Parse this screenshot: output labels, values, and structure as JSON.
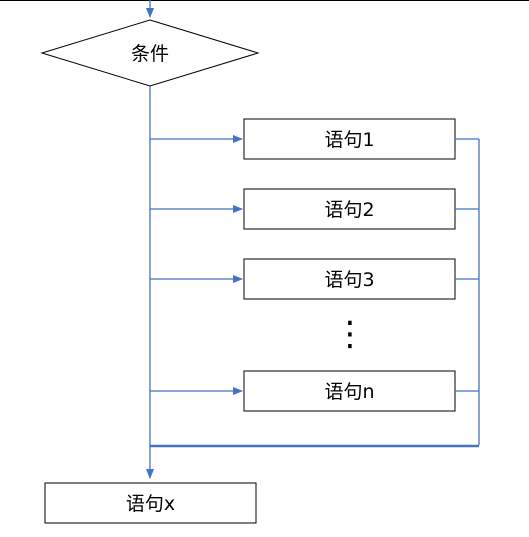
{
  "condition": {
    "label": "条件"
  },
  "statements": [
    {
      "label": "语句1"
    },
    {
      "label": "语句2"
    },
    {
      "label": "语句3"
    },
    {
      "label": "语句n"
    }
  ],
  "ellipsis": "⋮",
  "final_statement": {
    "label": "语句x"
  },
  "colors": {
    "arrow": "#4472c4",
    "border": "#000000"
  }
}
